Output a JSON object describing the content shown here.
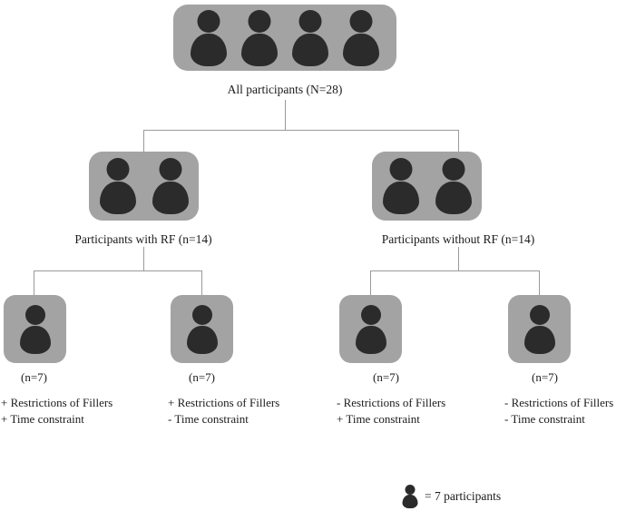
{
  "figure": {
    "type": "participant-flow-diagram",
    "icon_name": "person-icon",
    "box_color": "#a3a3a3",
    "icon_color": "#2b2b2b",
    "connector_color": "#9a9a9a",
    "background": "#ffffff"
  },
  "root": {
    "label": "All participants (N=28)",
    "icon_count": 4,
    "total": 28
  },
  "level2": [
    {
      "label": "Participants with RF (n=14)",
      "icon_count": 2,
      "n": 14
    },
    {
      "label": "Participants without RF (n=14)",
      "icon_count": 2,
      "n": 14
    }
  ],
  "leaves": [
    {
      "count_label": "(n=7)",
      "n": 7,
      "icon_count": 1,
      "line1": "+ Restrictions of Fillers",
      "line2": "+ Time constraint"
    },
    {
      "count_label": "(n=7)",
      "n": 7,
      "icon_count": 1,
      "line1": "+ Restrictions of Fillers",
      "line2": "- Time constraint"
    },
    {
      "count_label": "(n=7)",
      "n": 7,
      "icon_count": 1,
      "line1": "- Restrictions of Fillers",
      "line2": "+ Time constraint"
    },
    {
      "count_label": "(n=7)",
      "n": 7,
      "icon_count": 1,
      "line1": "- Restrictions of Fillers",
      "line2": "- Time constraint"
    }
  ],
  "legend": {
    "icon_name": "person-icon",
    "text": "= 7 participants",
    "value_per_icon": 7
  }
}
